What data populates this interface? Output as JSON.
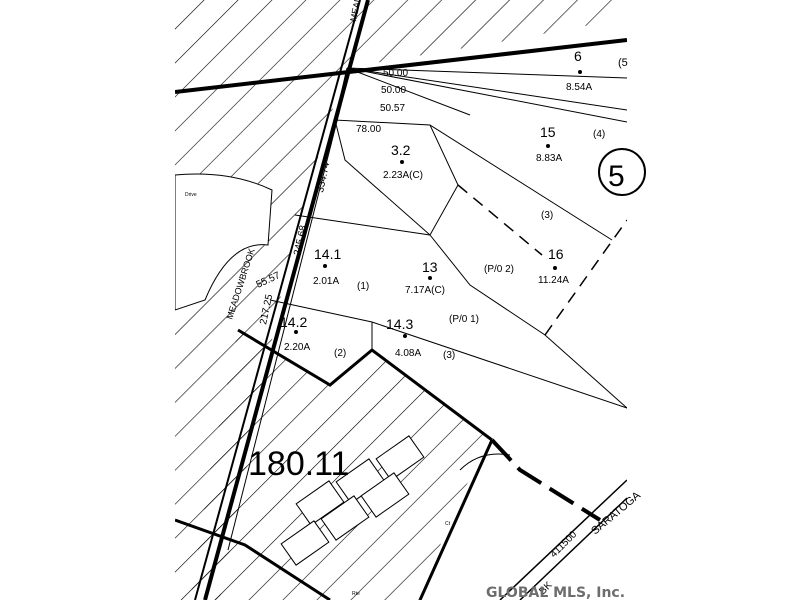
{
  "map": {
    "section_number": "180.11",
    "circle_label": "5",
    "edge_label_top_right": "(5",
    "watermark": "GLOBAL MLS, Inc.",
    "colors": {
      "ink": "#000000",
      "paper": "#ffffff",
      "watermark": "#6d6d6d"
    },
    "road_labels": {
      "meadowbrook_top": "MEADOW",
      "meadowbrook_lower": "MEADOWBROOK",
      "saratoga": "SARATOGA",
      "lot_number": "411500",
      "bk_prefix": "BK",
      "road_note_small": "Drive",
      "parcel_note_a": "Rte",
      "parcel_note_b": "Ct"
    },
    "dimensions": {
      "d1": "50.00",
      "d2": "50.00",
      "d3": "50.57",
      "d4": "78.00",
      "d5": "334.74",
      "d6": "245.68",
      "d7": "55.57",
      "d8": "217.25"
    },
    "parcels": [
      {
        "id": "6",
        "area": "8.54A",
        "dot": true
      },
      {
        "id": "15",
        "area": "8.83A",
        "dot": true,
        "note": "(4)"
      },
      {
        "id": "3.2",
        "area": "2.23A(C)",
        "dot": true
      },
      {
        "id": "16",
        "area": "11.24A",
        "dot": true,
        "note": "(3)"
      },
      {
        "id": "14.1",
        "area": "2.01A",
        "dot": true,
        "note": "(1)"
      },
      {
        "id": "13",
        "area": "7.17A(C)",
        "dot": true,
        "note": "(P/0 2)"
      },
      {
        "id": "14.2",
        "area": "2.20A",
        "dot": true,
        "note": "(2)"
      },
      {
        "id": "14.3",
        "area": "4.08A",
        "dot": true,
        "note": "(3)"
      }
    ],
    "extra_notes": {
      "p01": "(P/0 1)"
    }
  }
}
